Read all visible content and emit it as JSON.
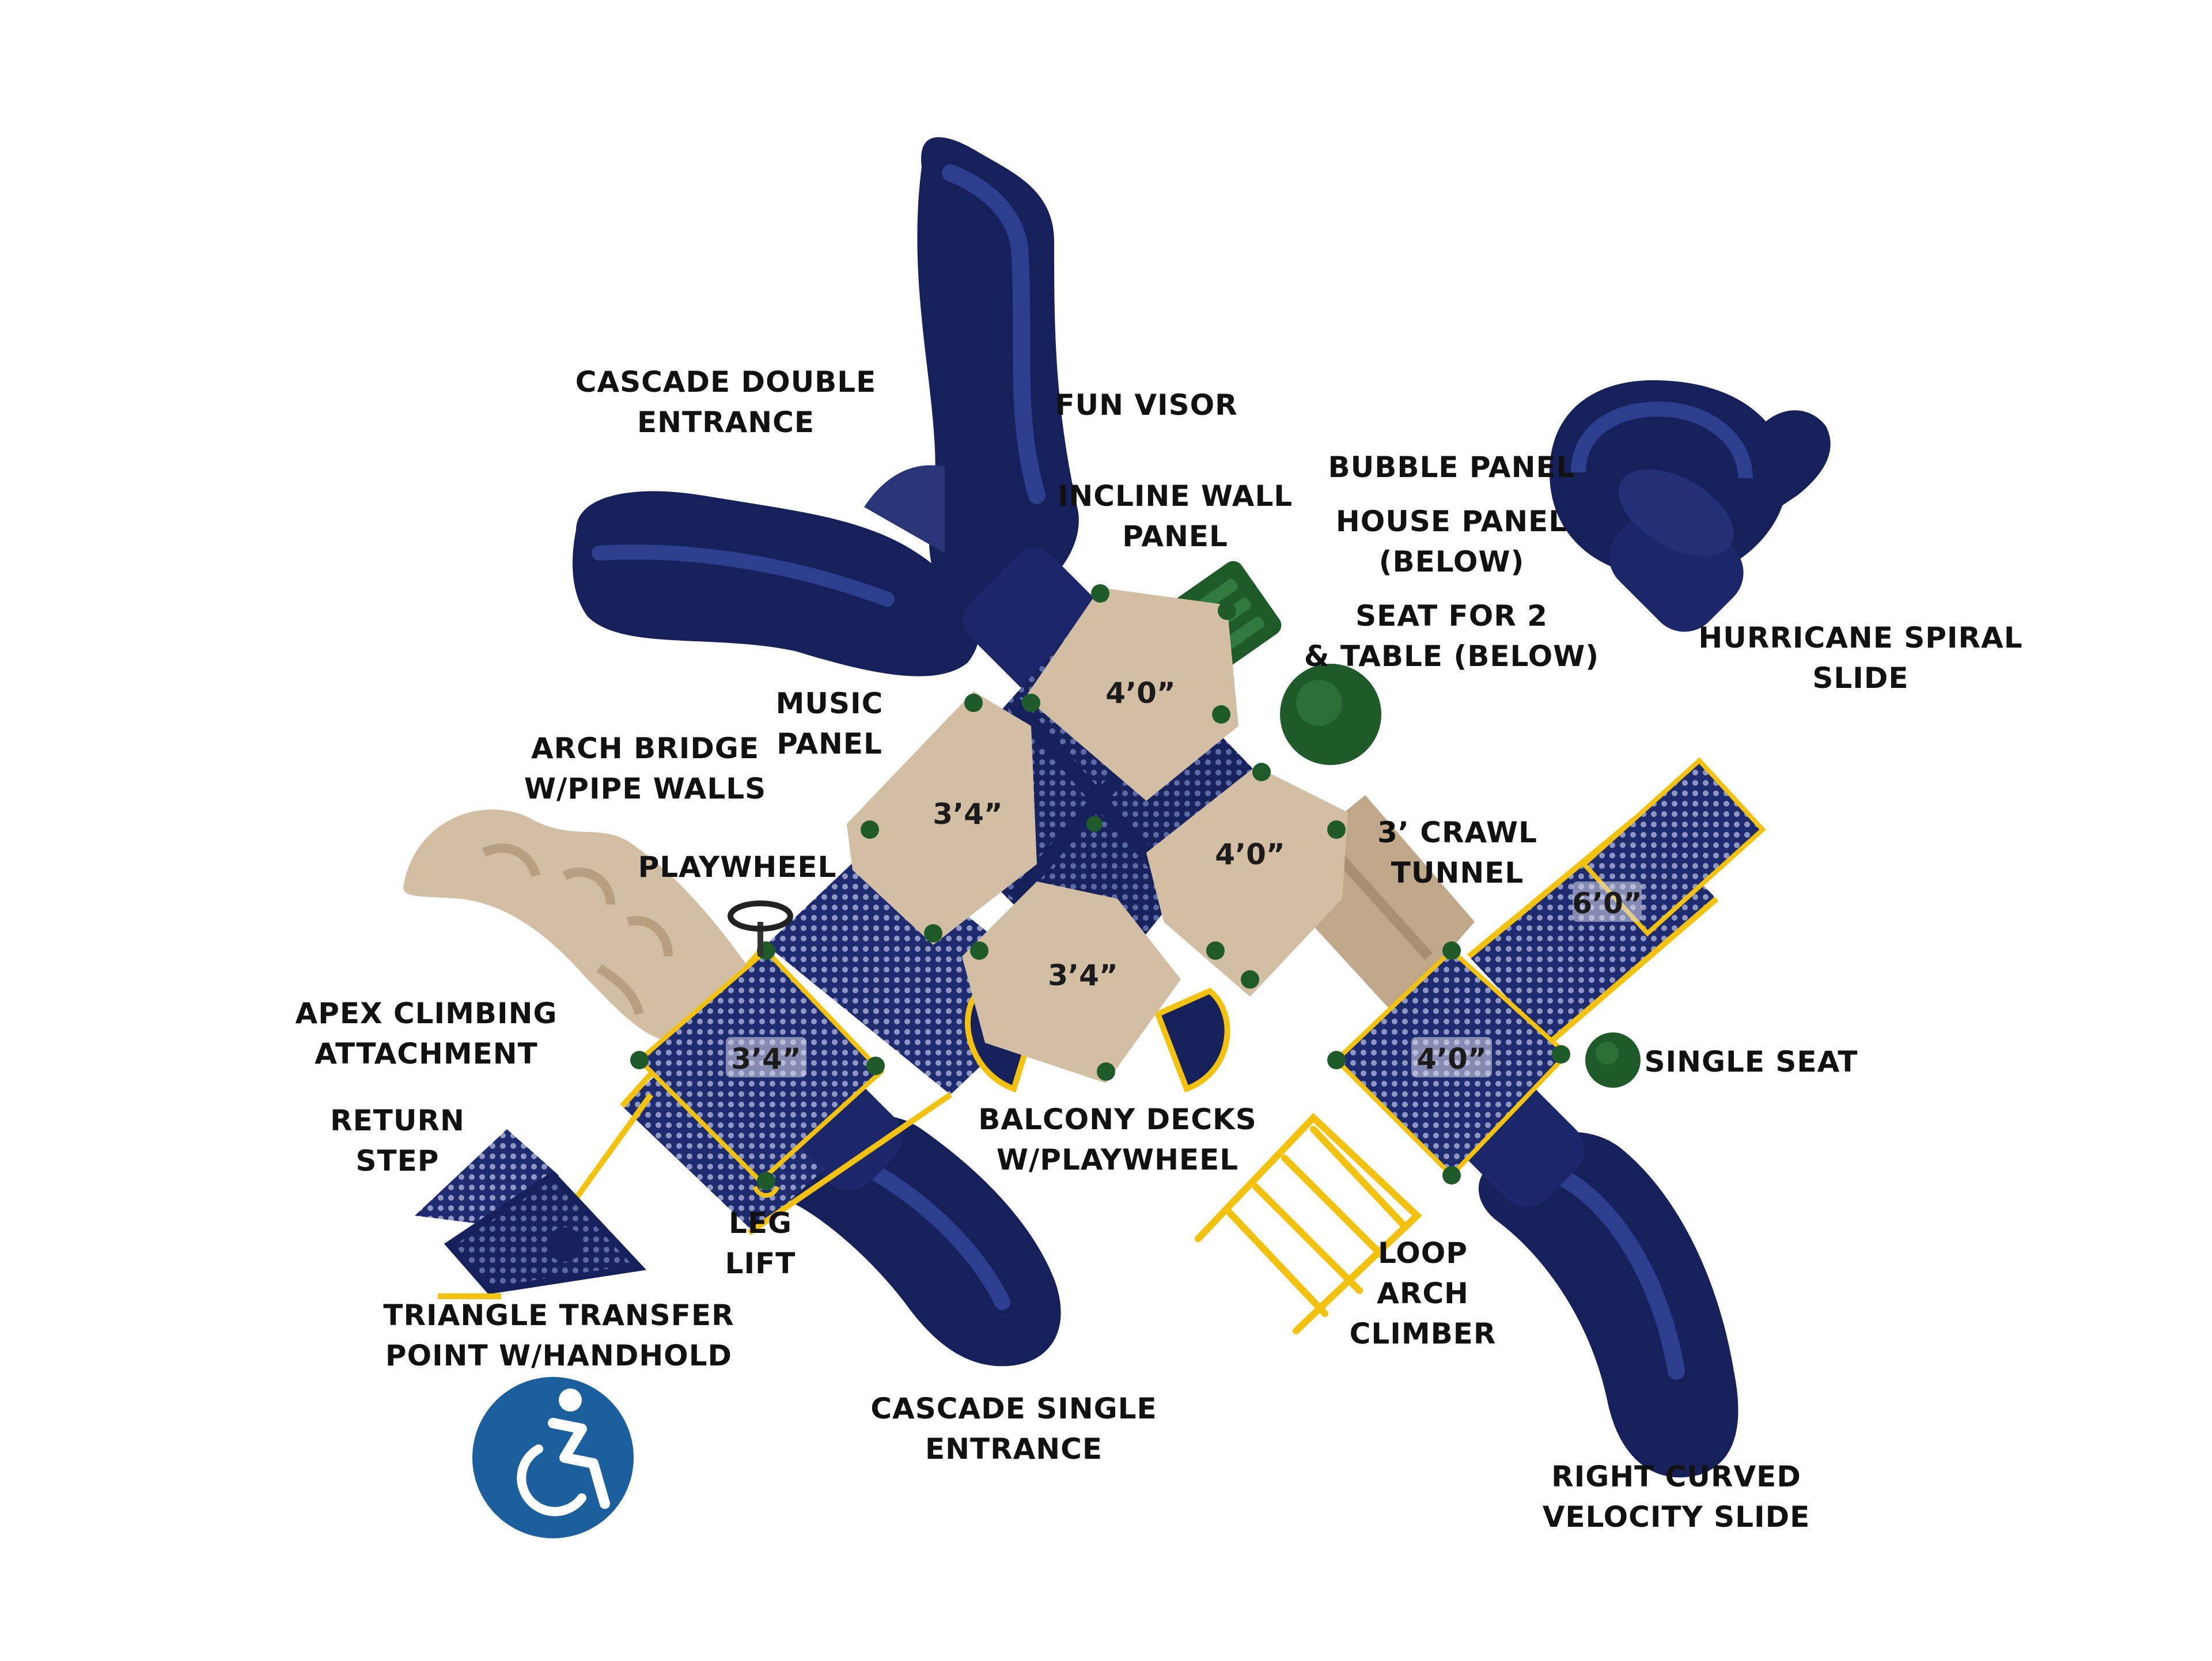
{
  "colors": {
    "navy": "#16215c",
    "navy_light": "#2a3a86",
    "tan": "#d2bea3",
    "tan_dark": "#b79f80",
    "yellow": "#f2c20f",
    "green": "#1f5a2b",
    "accessibility_blue": "#1c5f9e"
  },
  "labels": {
    "cascade_double": [
      "CASCADE DOUBLE",
      "ENTRANCE"
    ],
    "fun_visor": [
      "FUN VISOR"
    ],
    "incline_wall": [
      "INCLINE WALL",
      "PANEL"
    ],
    "bubble_panel": [
      "BUBBLE PANEL"
    ],
    "house_panel": [
      "HOUSE PANEL",
      "(BELOW)"
    ],
    "seat_for_2": [
      "SEAT FOR 2",
      "& TABLE (BELOW)"
    ],
    "hurricane": [
      "HURRICANE SPIRAL",
      "SLIDE"
    ],
    "music_panel": [
      "MUSIC",
      "PANEL"
    ],
    "arch_bridge": [
      "ARCH BRIDGE",
      "W/PIPE WALLS"
    ],
    "playwheel": [
      "PLAYWHEEL"
    ],
    "crawl_tunnel": [
      "3’ CRAWL",
      "TUNNEL"
    ],
    "apex": [
      "APEX CLIMBING",
      "ATTACHMENT"
    ],
    "single_seat": [
      "SINGLE SEAT"
    ],
    "return_step": [
      "RETURN",
      "STEP"
    ],
    "balcony": [
      "BALCONY DECKS",
      "W/PLAYWHEEL"
    ],
    "leg_lift": [
      "LEG",
      "LIFT"
    ],
    "loop_arch": [
      "LOOP",
      "ARCH",
      "CLIMBER"
    ],
    "triangle": [
      "TRIANGLE TRANSFER",
      "POINT W/HANDHOLD"
    ],
    "cascade_single": [
      "CASCADE SINGLE",
      "ENTRANCE"
    ],
    "right_curved": [
      "RIGHT CURVED",
      "VELOCITY SLIDE"
    ]
  },
  "decks": {
    "top": "4’0”",
    "left": "3’4”",
    "right": "4’0”",
    "bottom": "3’4”",
    "transfer_left": "3’4”",
    "transfer_right": "4’0”",
    "slide_platform": "6’0”"
  },
  "icons": {
    "accessibility": "wheelchair-accessibility-icon"
  }
}
